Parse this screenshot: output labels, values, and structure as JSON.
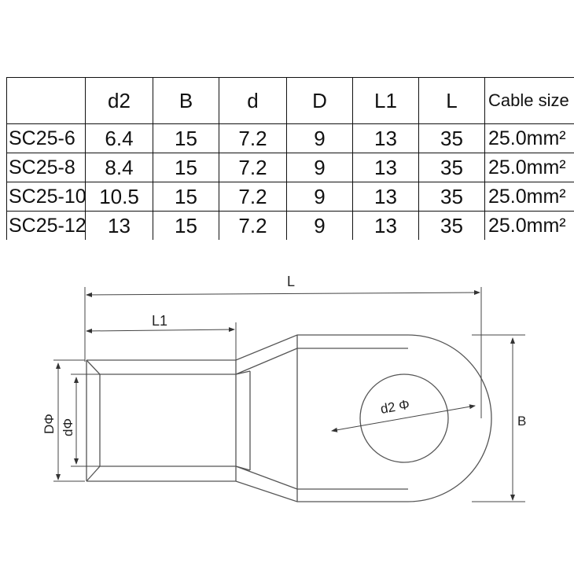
{
  "table": {
    "headers": [
      "",
      "d2",
      "B",
      "d",
      "D",
      "L1",
      "L",
      "Cable size"
    ],
    "rows": [
      [
        "SC25-6",
        "6.4",
        "15",
        "7.2",
        "9",
        "13",
        "35",
        "25.0mm²"
      ],
      [
        "SC25-8",
        "8.4",
        "15",
        "7.2",
        "9",
        "13",
        "35",
        "25.0mm²"
      ],
      [
        "SC25-10",
        "10.5",
        "15",
        "7.2",
        "9",
        "13",
        "35",
        "25.0mm²"
      ],
      [
        "SC25-12",
        "13",
        "15",
        "7.2",
        "9",
        "13",
        "35",
        "25.0mm²"
      ]
    ]
  },
  "diagram": {
    "labels": {
      "L": "L",
      "L1": "L1",
      "D": "DΦ",
      "d": "dΦ",
      "d2": "d2 Φ",
      "B": "B"
    }
  }
}
